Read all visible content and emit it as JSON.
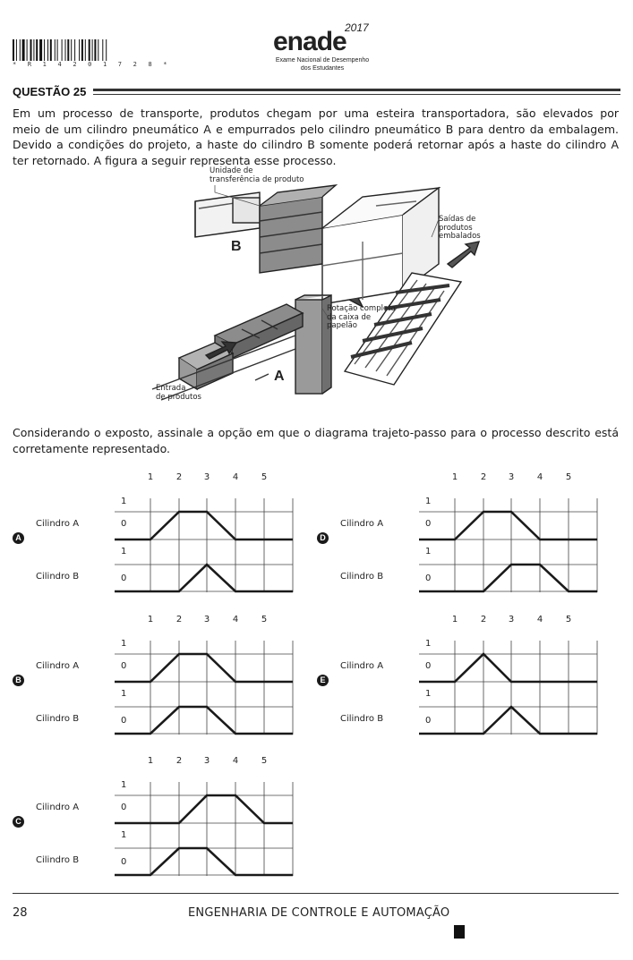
{
  "header": {
    "barcode_text": "* R 1 4 2 0 1 7 2 8 *",
    "logo_word": "enade",
    "logo_year": "2017",
    "logo_subtitle_1": "Exame Nacional de Desempenho",
    "logo_subtitle_2": "dos Estudantes"
  },
  "question": {
    "title": "QUESTÃO 25",
    "paragraph_lines": [
      "Em um processo de transporte, produtos chegam por uma esteira transportadora, são elevados por",
      "meio de um cilindro pneumático A e empurrados pelo cilindro pneumático B para dentro da embalagem.",
      "Devido a condições do projeto, a haste do cilindro B somente poderá retornar após a haste do cilindro A",
      "ter retornado. A figura a seguir representa esse processo."
    ],
    "prompt_lines": [
      "Considerando o exposto, assinale a opção em que o diagrama trajeto-passo para o processo descrito está",
      "corretamente representado."
    ]
  },
  "figure": {
    "label_unit": "Unidade de\ntransferência de produto",
    "label_exits": "Saídas de\nprodutos\nembalados",
    "label_rotation": "Rotação completa\nda caixa de\npapelão",
    "label_entry": "Entrada\nde produtos",
    "letter_a": "A",
    "letter_b": "B"
  },
  "diagram_common": {
    "steps": [
      "1",
      "2",
      "3",
      "4",
      "5"
    ],
    "level_high": "1",
    "level_low": "0",
    "cylinder_a": "Cilindro A",
    "cylinder_b": "Cilindro B"
  },
  "options": [
    {
      "letter": "A",
      "a_profile": [
        0,
        1,
        1,
        0,
        0
      ],
      "b_profile": [
        0,
        0,
        1,
        0,
        0
      ]
    },
    {
      "letter": "D",
      "a_profile": [
        0,
        1,
        1,
        0,
        0
      ],
      "b_profile": [
        0,
        0,
        1,
        1,
        0
      ]
    },
    {
      "letter": "B",
      "a_profile": [
        0,
        1,
        1,
        0,
        0
      ],
      "b_profile": [
        0,
        1,
        1,
        0,
        0
      ]
    },
    {
      "letter": "E",
      "a_profile": [
        0,
        1,
        0,
        0,
        0
      ],
      "b_profile": [
        0,
        0,
        1,
        0,
        0
      ]
    },
    {
      "letter": "C",
      "a_profile": [
        0,
        0,
        1,
        1,
        0
      ],
      "b_profile": [
        0,
        1,
        1,
        0,
        0
      ]
    }
  ],
  "footer": {
    "page_number": "28",
    "course": "ENGENHARIA DE CONTROLE E AUTOMAÇÃO"
  }
}
